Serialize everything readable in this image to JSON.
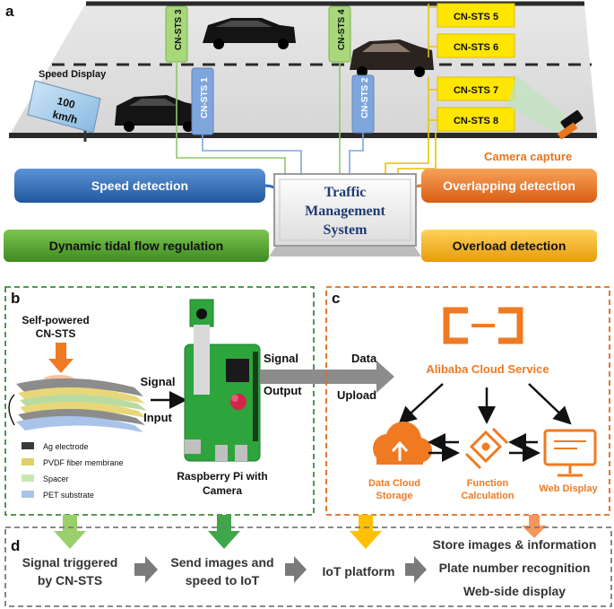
{
  "panel_a": {
    "letter": "a",
    "speed_display_label": "Speed Display",
    "speed_sign_value": "100",
    "speed_sign_unit": "km/h",
    "sensors_vertical": [
      "CN-STS 3",
      "CN-STS 4",
      "CN-STS 1",
      "CN-STS 2"
    ],
    "sensors_flags": [
      "CN-STS 5",
      "CN-STS 6",
      "CN-STS 7",
      "CN-STS 8"
    ],
    "camera_capture": "Camera capture",
    "tms_line1": "Traffic",
    "tms_line2": "Management",
    "tms_line3": "System",
    "speed_detection": "Speed detection",
    "overlapping_detection": "Overlapping detection",
    "tidal_flow": "Dynamic tidal flow regulation",
    "overload_detection": "Overload detection"
  },
  "panel_b": {
    "letter": "b",
    "self_powered_line1": "Self-powered",
    "self_powered_line2": "CN-STS",
    "legend": [
      "Ag electrode",
      "PVDF fiber membrane",
      "Spacer",
      "PET substrate"
    ],
    "signal_input_line1": "Signal",
    "signal_input_line2": "Input",
    "signal_output_line1": "Signal",
    "signal_output_line2": "Output",
    "rpi_caption_line1": "Raspberry Pi with",
    "rpi_caption_line2": "Camera"
  },
  "panel_c": {
    "letter": "c",
    "data_upload_line1": "Data",
    "data_upload_line2": "Upload",
    "alibaba": "Alibaba Cloud Service",
    "storage_line1": "Data Cloud",
    "storage_line2": "Storage",
    "function_line1": "Function",
    "function_line2": "Calculation",
    "web_display": "Web Display"
  },
  "panel_d": {
    "letter": "d",
    "step1_line1": "Signal triggered",
    "step1_line2": "by CN-STS",
    "step2_line1": "Send images and",
    "step2_line2": "speed to IoT",
    "step3": "IoT platform",
    "outputs": [
      "Store images & information",
      "Plate number recognition",
      "Web-side display"
    ]
  },
  "colors": {
    "blue_box": "#2e6bb5",
    "orange_box": "#e8741c",
    "green_box": "#4fa02e",
    "gold_box": "#f2b01c",
    "sts_green": "#a8d87a",
    "sts_blue": "#7ea6dc",
    "sts_yellow": "#ffe600",
    "cloud_orange": "#f07a22",
    "panel_green_border": "#3d8a3d",
    "panel_orange_border": "#e06a1c",
    "text_dark": "#333333"
  }
}
